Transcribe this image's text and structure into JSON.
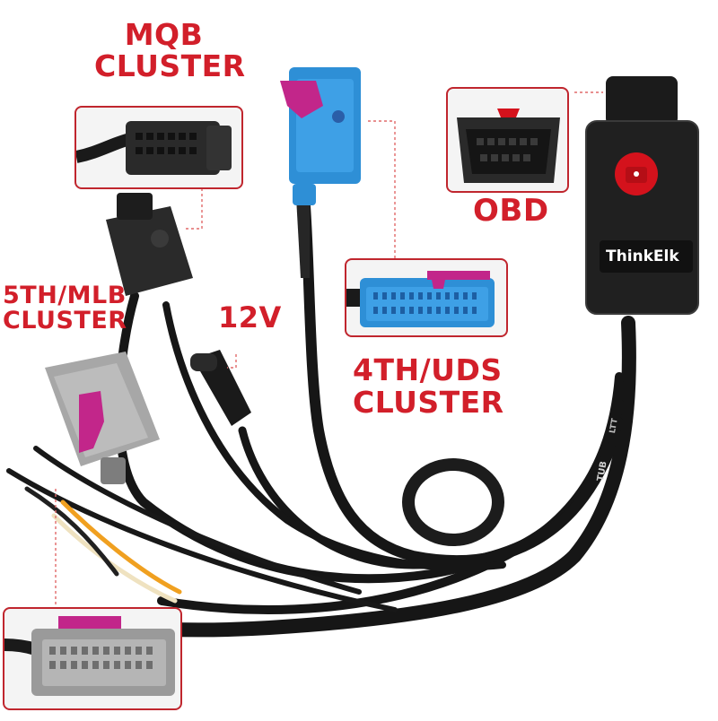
{
  "labels": {
    "mqb": [
      "MQB",
      "CLUSTER"
    ],
    "mlb": [
      "5TH/MLB",
      "CLUSTER"
    ],
    "v12": "12V",
    "uds": [
      "4TH/UDS",
      "CLUSTER"
    ],
    "obd": "OBD"
  },
  "device": {
    "brand": "ThinkElk",
    "cable_print_1": "TUB",
    "cable_print_2": "LTT"
  },
  "colors": {
    "label_red": "#d21f2a",
    "inset_border": "#c0262e",
    "cable_black": "#1a1a1a",
    "connector_blue": "#2e8fd6",
    "latch_magenta": "#c2268a",
    "connector_gray": "#9a9a9a",
    "switch_red": "#d4121c"
  },
  "icons": [
    "mqb-connector-icon",
    "uds-connector-icon",
    "mlb-connector-icon",
    "obd-port-icon",
    "dc-jack-icon",
    "power-switch-icon"
  ]
}
